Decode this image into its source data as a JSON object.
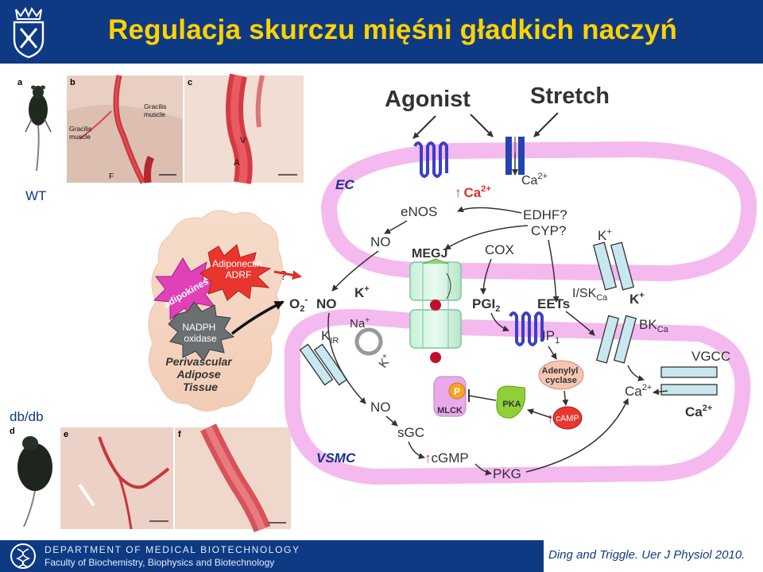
{
  "header": {
    "title": "Regulacja skurczu mięśni gładkich naczyń"
  },
  "photos": {
    "top": {
      "panel_a_letter": "a",
      "panel_b_letter": "b",
      "panel_c_letter": "c",
      "gracilis_1": [
        "Gracilis",
        "muscle"
      ],
      "gracilis_2": [
        "Gracilis",
        "muscle"
      ],
      "label_f": "F",
      "label_v": "V",
      "label_a": "A",
      "group_label": "WT"
    },
    "bottom": {
      "group_label": "db/db",
      "panel_d_letter": "d",
      "panel_e_letter": "e",
      "panel_f_letter": "f"
    }
  },
  "adipose": {
    "adipokines": "adipokines",
    "adiponectin": [
      "Adiponectin",
      "ADRF"
    ],
    "question": "?",
    "nadph": [
      "NADPH",
      "oxidase"
    ],
    "tissue": [
      "Perivascular",
      "Adipose",
      "Tissue"
    ]
  },
  "pathway": {
    "agonist": "Agonist",
    "stretch": "Stretch",
    "ca_influx": "Ca",
    "ca_rise_arrow": "↑",
    "ca_rise": "Ca",
    "charge_2plus": "2+",
    "ec": "EC",
    "enos": "eNOS",
    "edhf": "EDHF?",
    "cyp": "CYP?",
    "no_ec": "NO",
    "megj": "MEGJ",
    "cox": "COX",
    "k_ec": "K",
    "plus": "+",
    "o2": "O",
    "o2_sub": "2",
    "o2_sup": "-",
    "no_mid": "NO",
    "k_bold": "K",
    "pgi": "PGI",
    "pgi_sub": "2",
    "eets": "EETs",
    "isk": "I/SK",
    "isk_sub": "Ca",
    "k_right": "K",
    "kir": "K",
    "kir_sub": "IR",
    "na": "Na",
    "k_pump": "K",
    "ip": "IP",
    "ip_sub": "1",
    "bk": "BK",
    "bk_sub": "Ca",
    "vgcc": "VGCC",
    "adenylyl": [
      "Adenylyl",
      "cyclase"
    ],
    "p": "P",
    "mlck": "MLCK",
    "pka": "PKA",
    "camp_arrow": "↑",
    "camp": "cAMP",
    "ca_vsmc": "Ca",
    "ca_out": "Ca",
    "no_vsmc": "NO",
    "sgc": "sGC",
    "cgmp_arrow": "↑",
    "cgmp": "cGMP",
    "pkg": "PKG",
    "vsmc": "VSMC"
  },
  "footer": {
    "department": "DEPARTMENT OF MEDICAL BIOTECHNOLOGY",
    "faculty": "Faculty of Biochemistry, Biophysics and Biotechnology",
    "citation": "Ding and Triggle. Uer J Physiol 2010."
  }
}
